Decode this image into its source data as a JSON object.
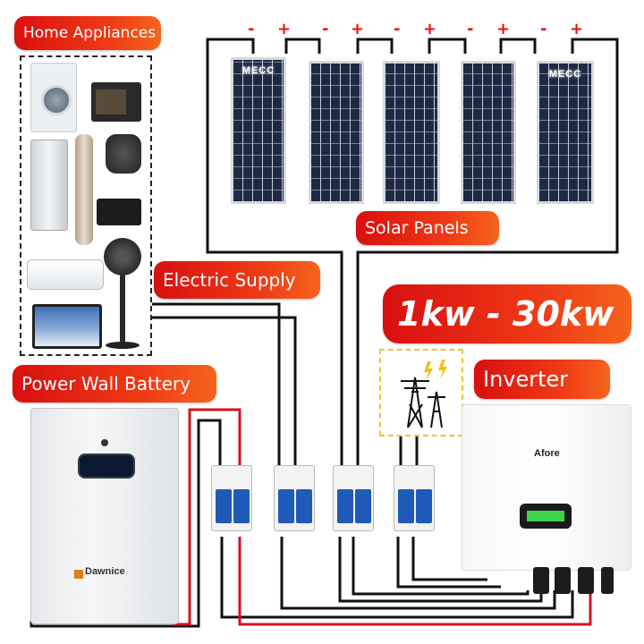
{
  "labels": {
    "home_appliances": "Home Appliances",
    "solar_panels": "Solar Panels",
    "electric_supply": "Electric Supply",
    "power_wall_battery": "Power Wall Battery",
    "power_range": "1kw - 30kw",
    "inverter": "Inverter"
  },
  "polarity": [
    "-",
    "+",
    "-",
    "+",
    "-",
    "+",
    "-",
    "+",
    "-",
    "+"
  ],
  "panel_brands": [
    "MECC",
    "MECC"
  ],
  "battery_brand": "Dawnice",
  "inverter_brand": "Afore",
  "colors": {
    "label_red": "#e3150f",
    "wire_red": "#d4131c",
    "wire_black": "#111111",
    "grid_box_border": "#e9c63b"
  }
}
